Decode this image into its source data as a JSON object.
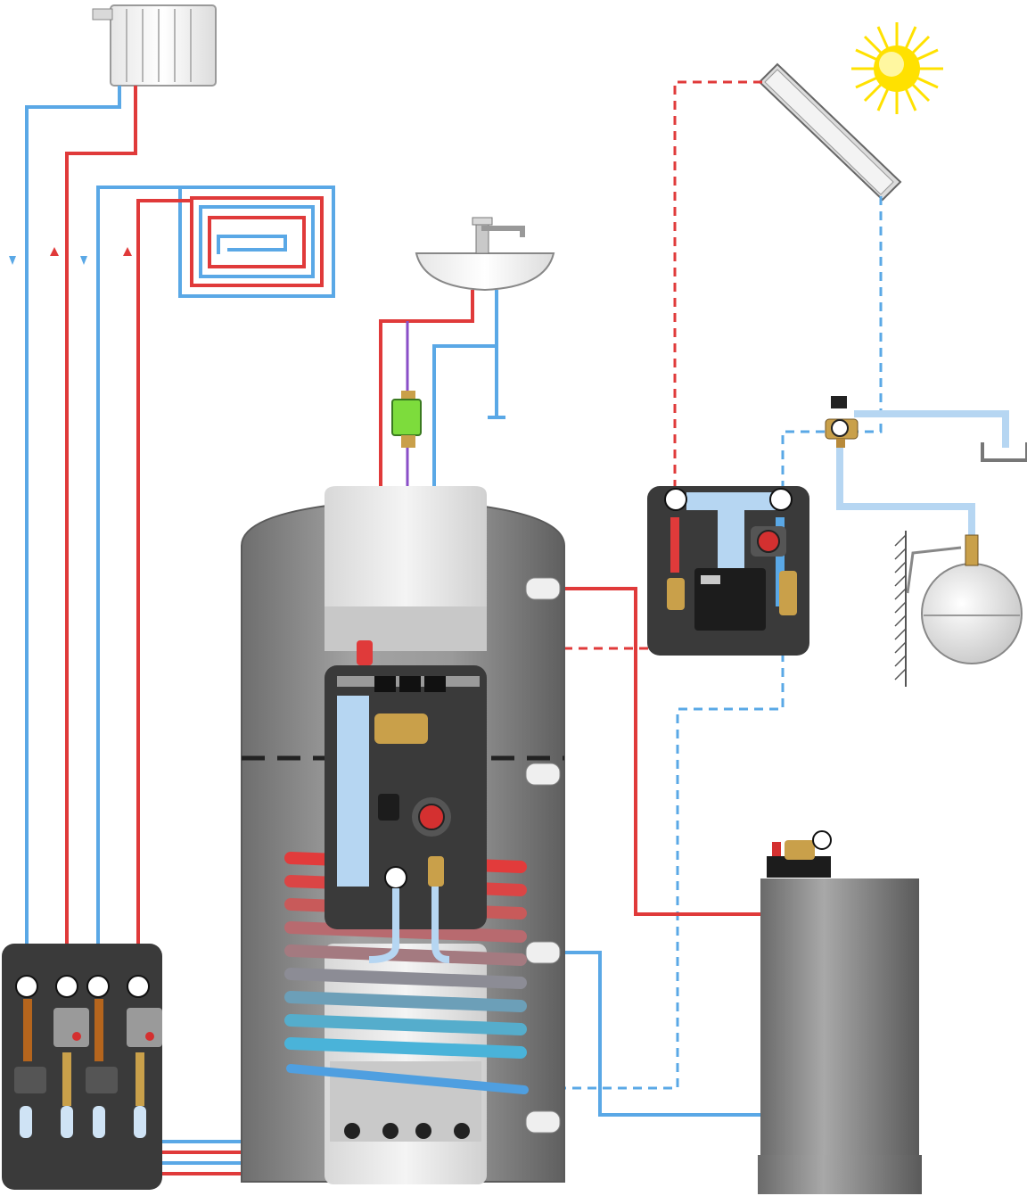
{
  "diagram": {
    "components": [
      {
        "name": "radiator",
        "icon": "radiator-icon"
      },
      {
        "name": "underfloor-heating-loop",
        "icon": "floor-heating-icon"
      },
      {
        "name": "washbasin",
        "icon": "sink-icon"
      },
      {
        "name": "solar-collector",
        "icon": "solar-panel-icon"
      },
      {
        "name": "sun",
        "icon": "sun-icon"
      },
      {
        "name": "solar-pump-station",
        "icon": "pump-station-icon"
      },
      {
        "name": "expansion-vessel",
        "icon": "expansion-vessel-icon"
      },
      {
        "name": "safety-valve-group",
        "icon": "valve-icon"
      },
      {
        "name": "heat-storage-tank",
        "icon": "tank-icon"
      },
      {
        "name": "fresh-water-station",
        "icon": "fresh-water-module-icon"
      },
      {
        "name": "heating-circuit-pumps",
        "icon": "pump-group-icon"
      },
      {
        "name": "boiler",
        "icon": "boiler-icon"
      },
      {
        "name": "circulation-pump",
        "icon": "green-pump-icon"
      }
    ],
    "colors": {
      "hot": "#e03a3a",
      "cold": "#5aa8e6",
      "tank": "#8c8c8c",
      "module": "#3a3a3a",
      "sun": "#ffe100",
      "circulation": "#8a4fc7",
      "pump_green": "#7ddc3c"
    }
  }
}
